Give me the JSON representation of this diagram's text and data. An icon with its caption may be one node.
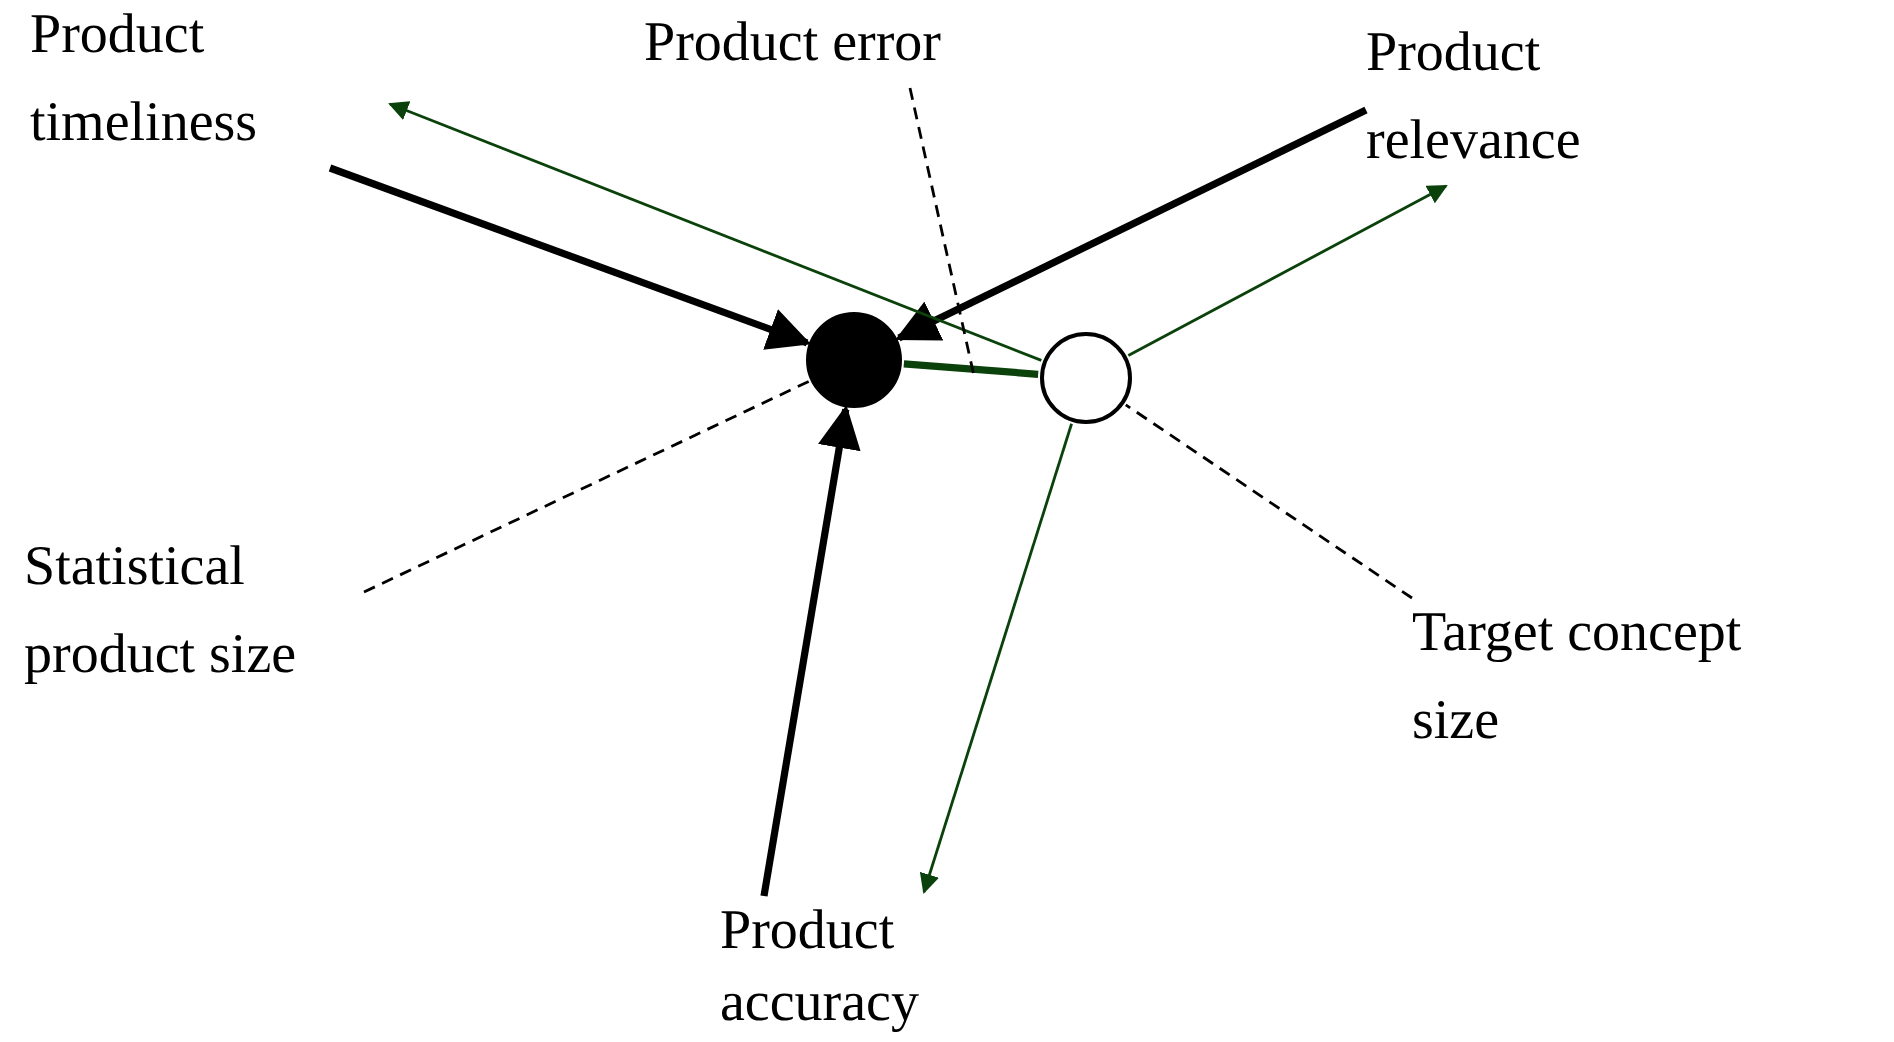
{
  "diagram": {
    "nodes": [
      {
        "text": [
          "Product timeliness"
        ]
      },
      {
        "text": [
          "Product error"
        ]
      },
      {
        "text": [
          "Product relevance"
        ]
      },
      {
        "text": [],
        "shape": "circle"
      },
      {
        "text": [],
        "shape": "circle"
      },
      {
        "text": [
          "Statistical product size"
        ]
      },
      {
        "text": [
          "Target concept size"
        ]
      },
      {
        "text": [
          "Product accuracy"
        ]
      }
    ],
    "edges": [
      {
        "from": 0,
        "to": 3,
        "arrow": "to",
        "style": "thick"
      },
      {
        "from": 2,
        "to": 3,
        "arrow": "to",
        "style": "thick"
      },
      {
        "from": 7,
        "to": 3,
        "arrow": "to",
        "style": "thick"
      },
      {
        "from": 4,
        "to": 0,
        "arrow": "to",
        "color": "#0b420b"
      },
      {
        "from": 4,
        "to": 2,
        "arrow": "to",
        "color": "#0b420b"
      },
      {
        "from": 4,
        "to": 7,
        "arrow": "to",
        "color": "#0b420b"
      },
      {
        "from": 3,
        "to": 4,
        "arrow": "none",
        "style": "thick",
        "color": "#0b420b"
      },
      {
        "from": 1,
        "to": null,
        "arrow": "none",
        "style": "dashed"
      },
      {
        "from": 5,
        "to": 3,
        "arrow": "none",
        "style": "dashed"
      },
      {
        "from": 6,
        "to": 4,
        "arrow": "none",
        "style": "dashed"
      }
    ]
  }
}
